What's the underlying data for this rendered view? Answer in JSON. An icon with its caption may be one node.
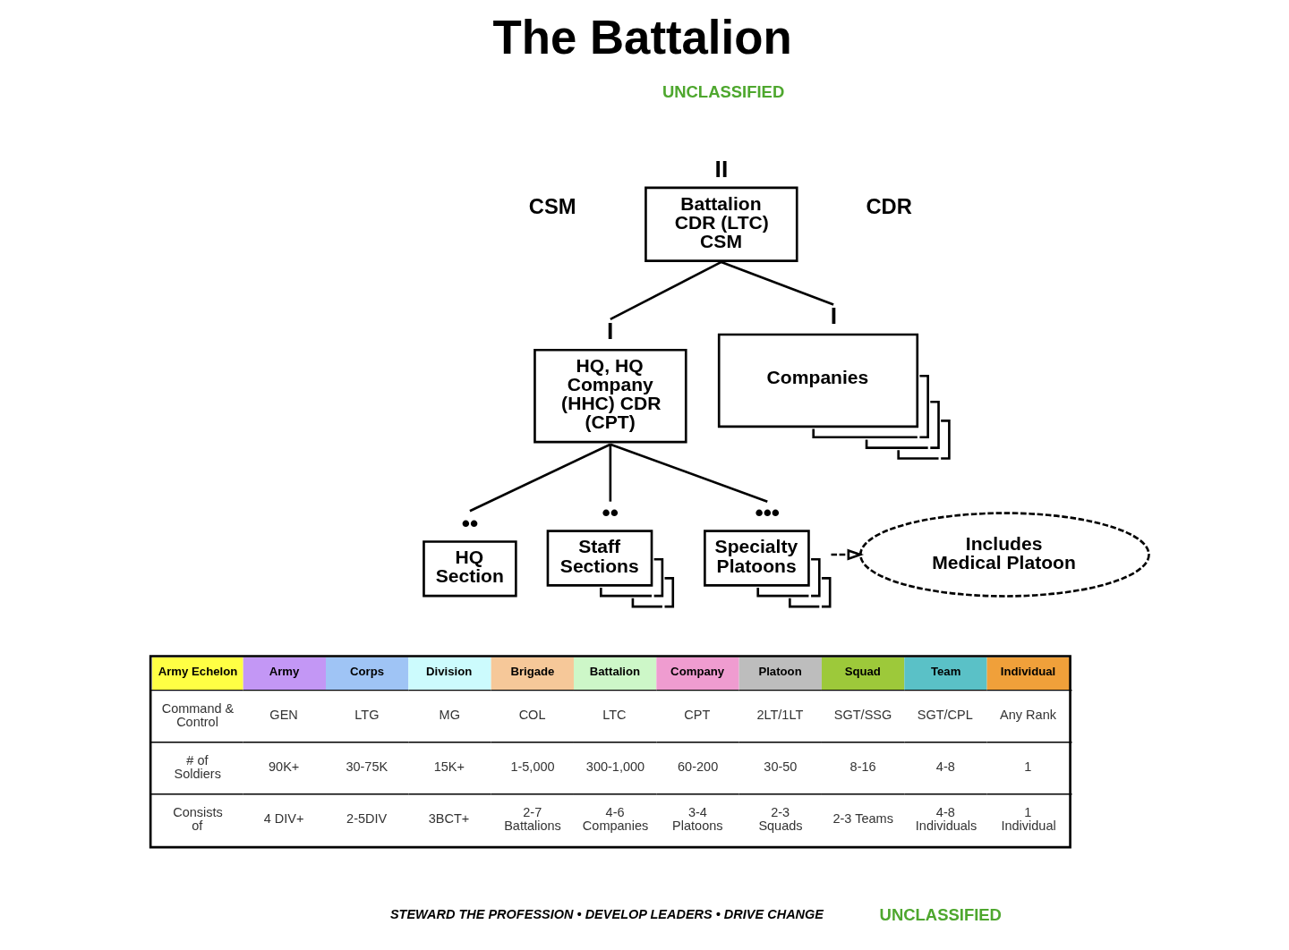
{
  "diagram": {
    "title": "The Battalion",
    "nodes": [
      {
        "text": [
          "Battalion CDR (LTC) CSM"
        ],
        "beside": [
          "II"
        ]
      },
      {
        "text": [
          "HQ, HQ Company (HHC) CDR (CPT)"
        ],
        "beside": [
          "I"
        ]
      },
      {
        "text": [
          "Companies"
        ],
        "beside": [
          "I"
        ]
      },
      {
        "text": [
          "HQ Section"
        ],
        "beside": [
          "••"
        ]
      },
      {
        "text": [
          "Staff Sections"
        ],
        "beside": [
          "••"
        ]
      },
      {
        "text": [
          "Specialty Platoons"
        ],
        "beside": [
          "•••"
        ]
      },
      {
        "text": [
          "Includes Medical Platoon"
        ]
      }
    ],
    "edges": [
      {
        "from": 0,
        "to": 1,
        "arrow": "none"
      },
      {
        "from": 0,
        "to": 2,
        "arrow": "none"
      },
      {
        "from": 1,
        "to": 3,
        "arrow": "none"
      },
      {
        "from": 1,
        "to": 4,
        "arrow": "none"
      },
      {
        "from": 1,
        "to": 5,
        "arrow": "none"
      },
      {
        "from": 5,
        "to": 6,
        "arrow": "to",
        "style": "dashed"
      }
    ],
    "labels": [
      "UNCLASSIFIED",
      "CSM",
      "CDR",
      "Army Echelon",
      "Army",
      "Corps",
      "Division",
      "Brigade",
      "Battalion",
      "Company",
      "Platoon",
      "Squad",
      "Team",
      "Individual",
      "Command & Control",
      "GEN",
      "LTG",
      "MG",
      "COL",
      "LTC",
      "CPT",
      "2LT/1LT",
      "SGT/SSG",
      "SGT/CPL",
      "Any Rank",
      "# of Soldiers",
      "90K+",
      "30-75K",
      "15K+",
      "1-5,000",
      "300-1,000",
      "60-200",
      "30-50",
      "8-16",
      "4-8",
      "1",
      "Consists of",
      "4 DIV+",
      "2-5DIV",
      "3BCT+",
      "2-7 Battalions",
      "4-6 Companies",
      "3-4 Platoons",
      "2-3 Squads",
      "2-3 Teams",
      "4-8 Individuals",
      "1 Individual",
      "STEWARD THE PROFESSION • DEVELOP LEADERS • DRIVE CHANGE",
      "UNCLASSIFIED"
    ]
  }
}
